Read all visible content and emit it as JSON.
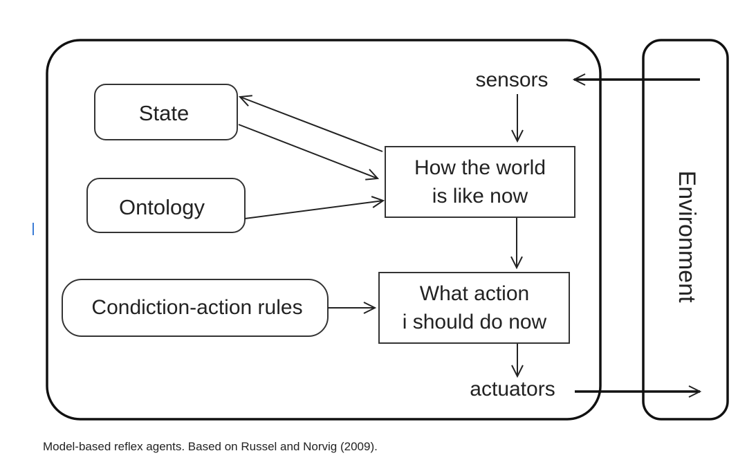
{
  "labels": {
    "sensors": "sensors",
    "state": "State",
    "ontology": "Ontology",
    "rules": "Condiction-action rules",
    "world_line1": "How the world",
    "world_line2": "is like now",
    "action_line1": "What action",
    "action_line2": "i should do now",
    "actuators": "actuators",
    "environment": "Environment"
  },
  "caption": "Model-based reflex agents. Based on Russel and Norvig (2009)."
}
